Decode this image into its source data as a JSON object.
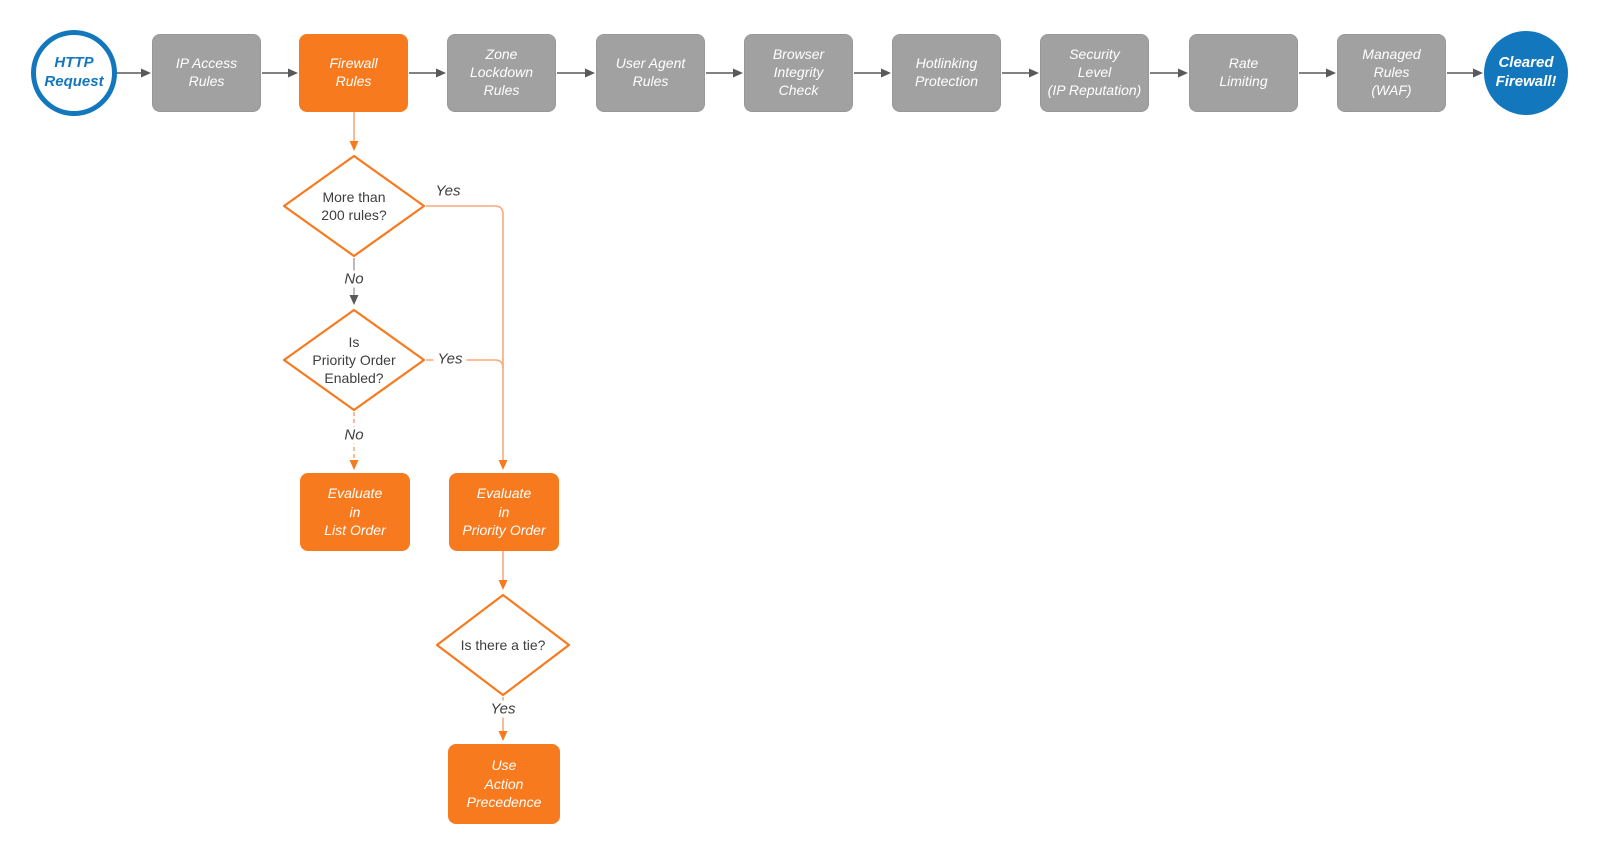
{
  "colors": {
    "orange_fill": "#f87a1e",
    "orange_line": "#f8a87d",
    "gray_fill": "#a2a1a1",
    "gray_border": "#8e8e8e",
    "blue": "#1377bd",
    "arrow_gray": "#58595b",
    "text_dark": "#3e3e3e",
    "text_light": "#ffffff"
  },
  "start": {
    "label": "HTTP\nRequest"
  },
  "pipeline": [
    {
      "label": "IP Access\nRules"
    },
    {
      "label": "Firewall\nRules"
    },
    {
      "label": "Zone\nLockdown\nRules"
    },
    {
      "label": "User Agent\nRules"
    },
    {
      "label": "Browser\nIntegrity\nCheck"
    },
    {
      "label": "Hotlinking\nProtection"
    },
    {
      "label": "Security\nLevel\n(IP Reputation)"
    },
    {
      "label": "Rate\nLimiting"
    },
    {
      "label": "Managed\nRules\n(WAF)"
    }
  ],
  "end": {
    "label": "Cleared\nFirewall!"
  },
  "decisions": {
    "rules_count": {
      "label": "More than\n200 rules?",
      "yes": "Yes",
      "no": "No"
    },
    "priority_enabled": {
      "label": "Is\nPriority Order\nEnabled?",
      "yes": "Yes",
      "no": "No"
    },
    "tie": {
      "label": "Is there a tie?",
      "yes": "Yes"
    }
  },
  "processes": {
    "list_order": {
      "label": "Evaluate\nin\nList Order"
    },
    "priority_order": {
      "label": "Evaluate\nin\nPriority Order"
    },
    "action_precedence": {
      "label": "Use\nAction\nPrecedence"
    }
  }
}
